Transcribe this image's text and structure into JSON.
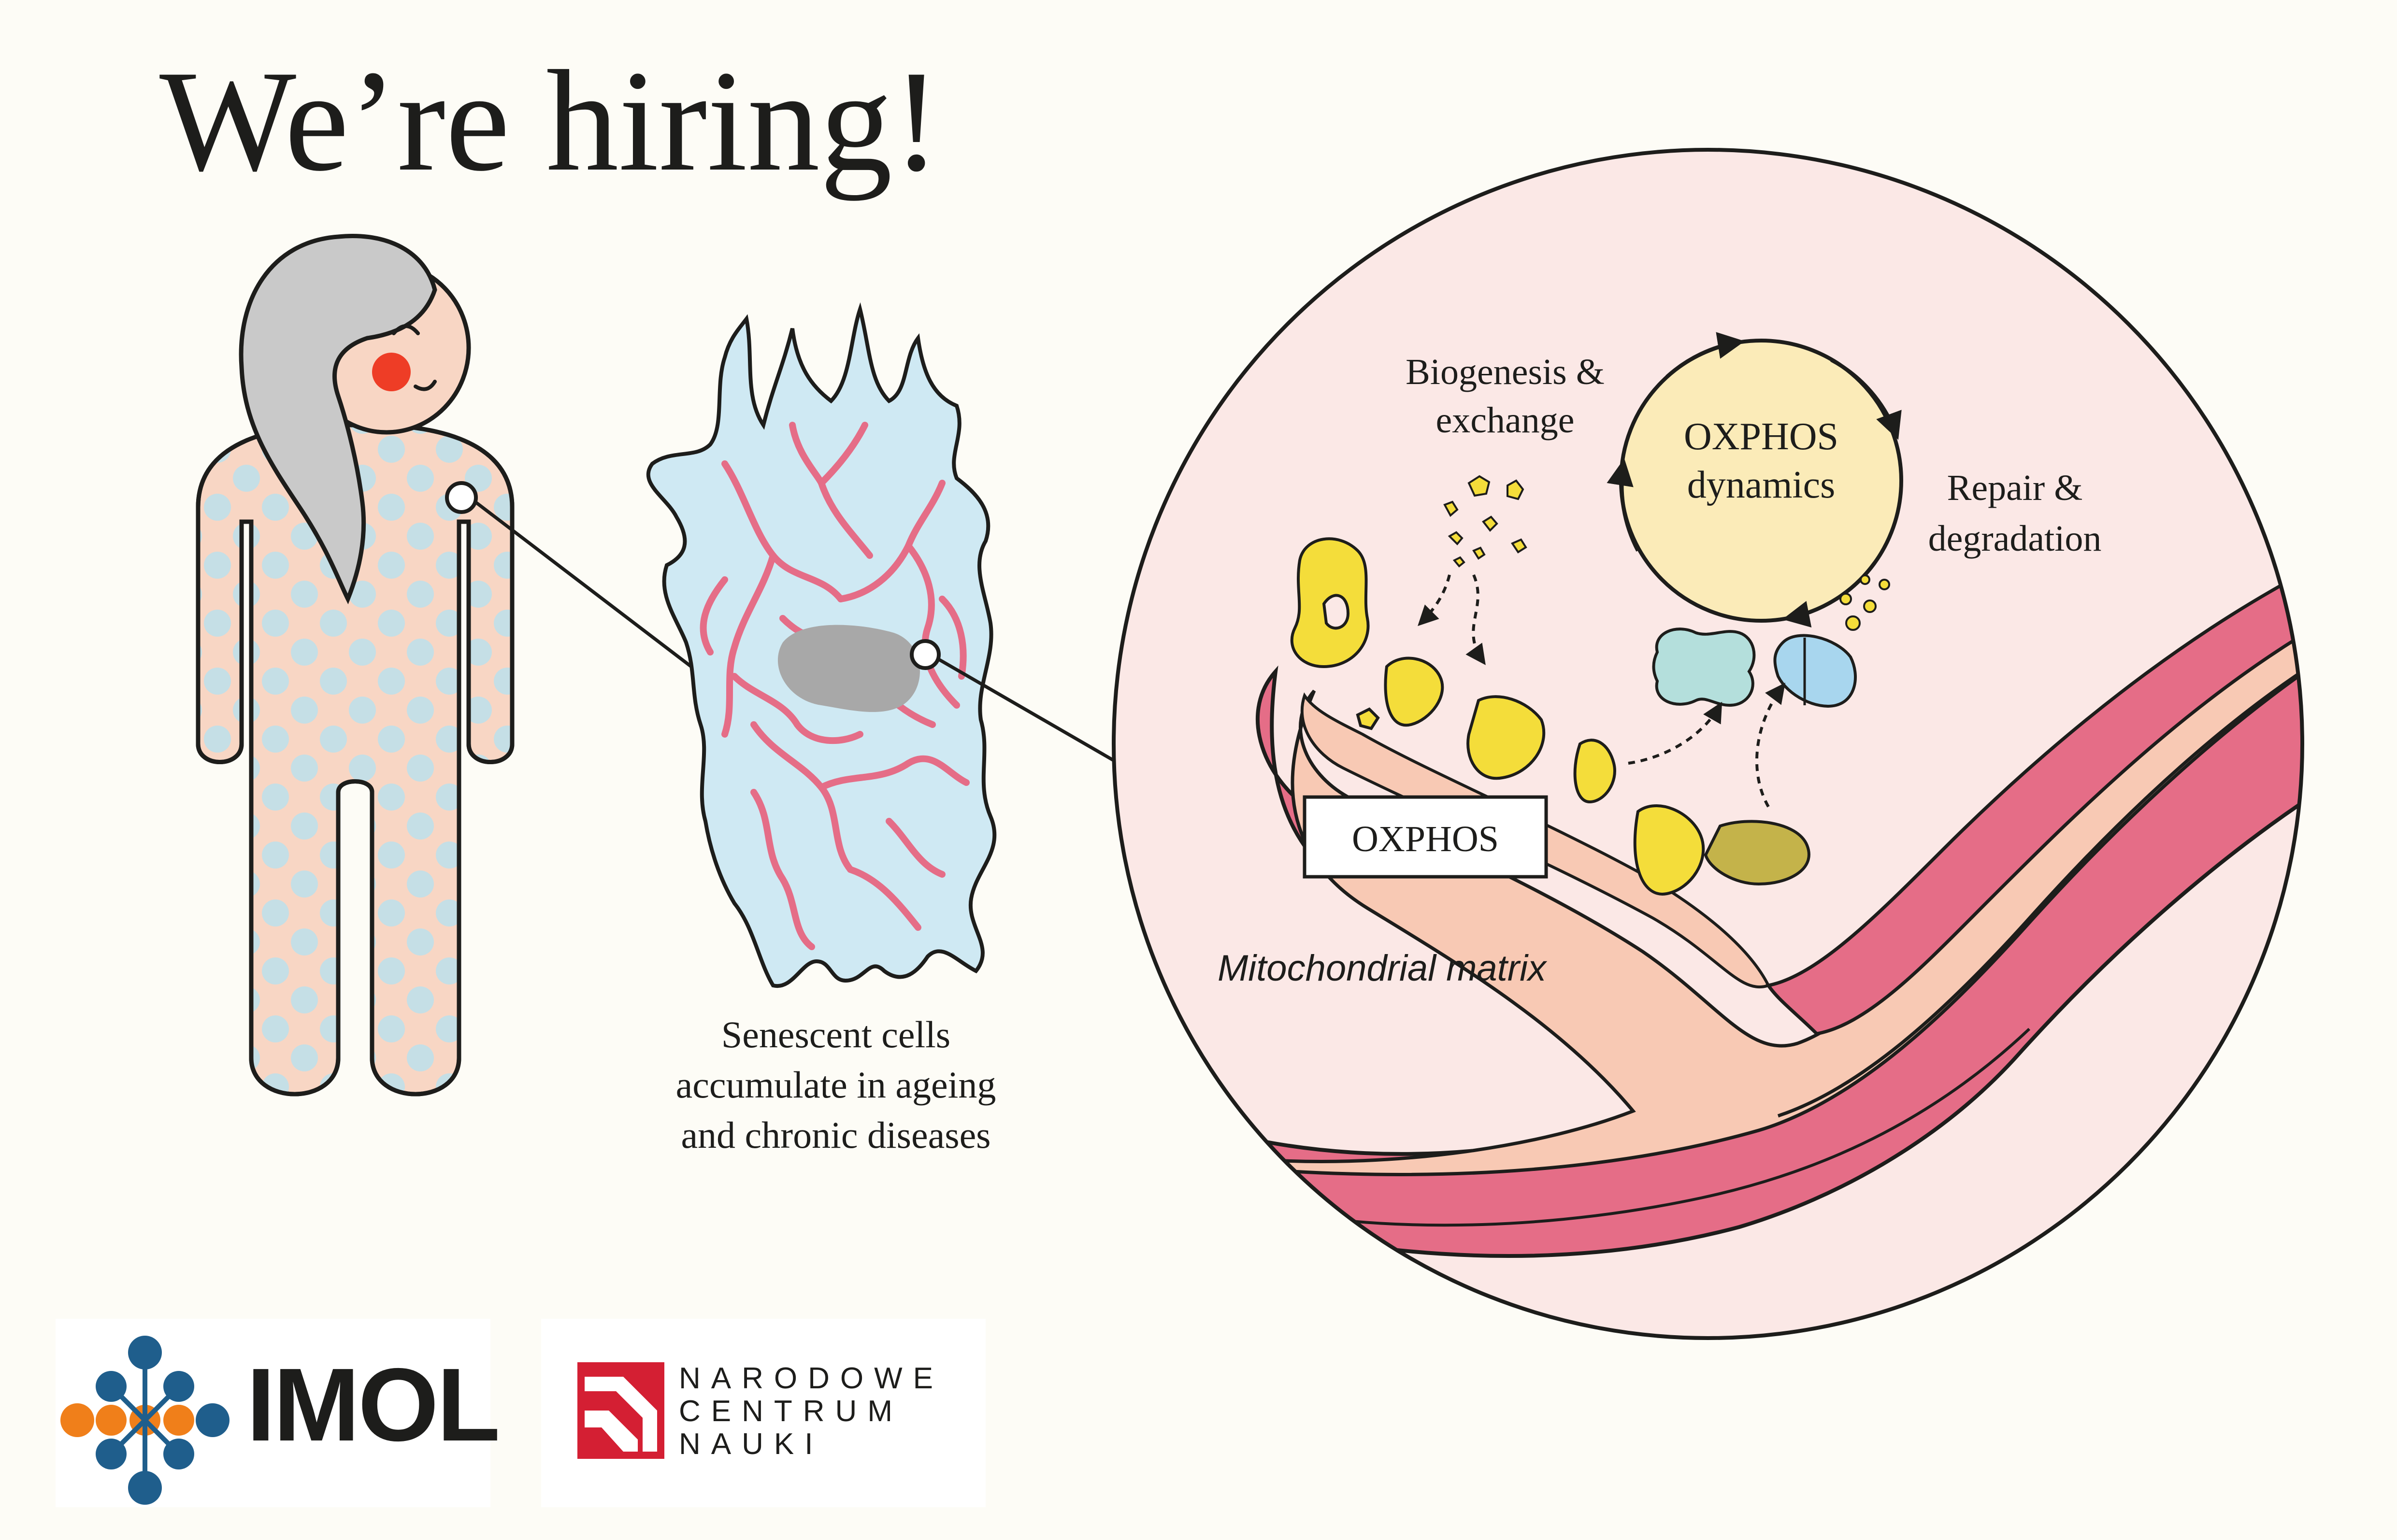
{
  "headline": "We’re hiring!",
  "caption": {
    "line1": "Senescent cells",
    "line2": "accumulate in ageing",
    "line3": "and chronic diseases"
  },
  "diagram": {
    "cycle_label_line1": "OXPHOS",
    "cycle_label_line2": "dynamics",
    "biogenesis_line1": "Biogenesis &",
    "biogenesis_line2": "exchange",
    "repair_line1": "Repair &",
    "repair_line2": "degradation",
    "oxphos_box": "OXPHOS",
    "matrix_label": "Mitochondrial matrix"
  },
  "logos": {
    "imol": "IMOL",
    "ncn_line1": "Narodowe",
    "ncn_line2": "Centrum",
    "ncn_line3": "Nauki"
  },
  "colors": {
    "background": "#fdfcf6",
    "skin": "#f8d6c4",
    "dots": "#c2dfe8",
    "hair": "#c9c9c9",
    "membrane": "#e56d87",
    "cell": "#cfe9f3",
    "complex": "#f4dd3a",
    "cycle": "#fbebb8",
    "imol_orange": "#f07f1a",
    "imol_blue": "#1f5e8c",
    "ncn_red": "#d41f33"
  }
}
